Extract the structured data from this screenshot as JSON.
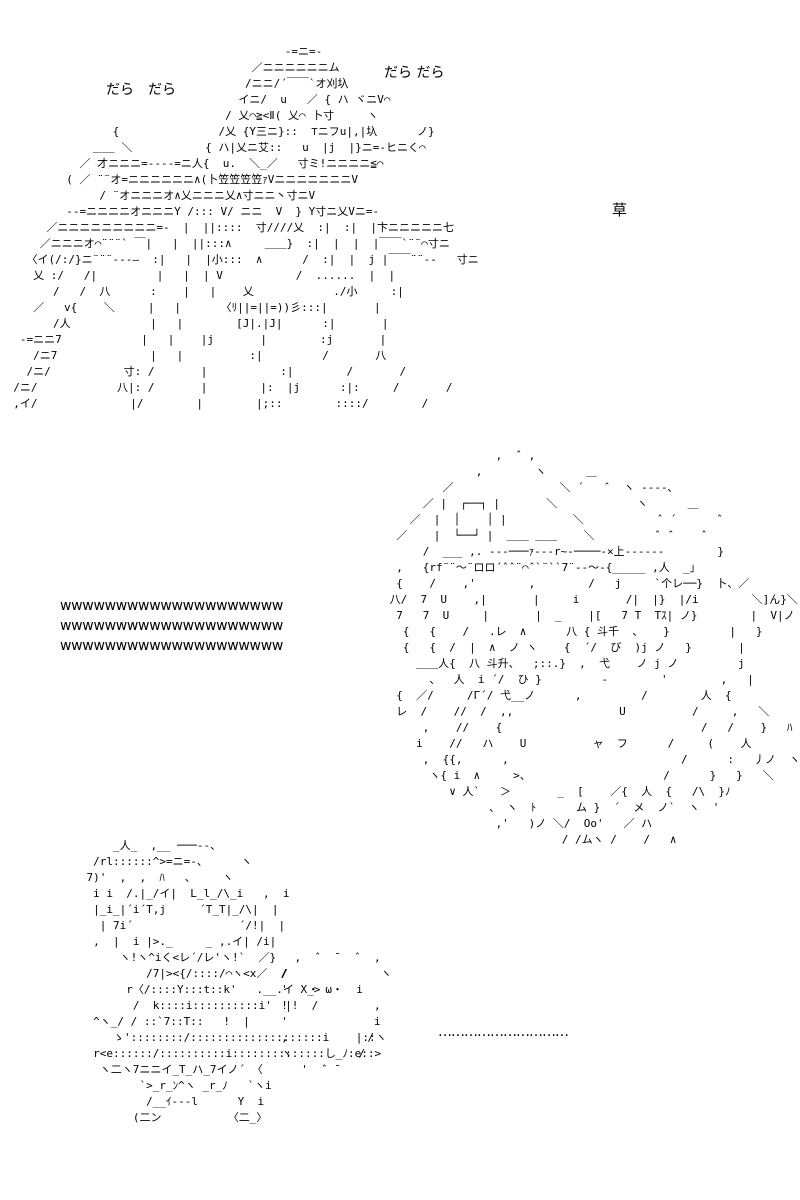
{
  "labels": {
    "dara_left": "だら　だら",
    "dara_right": "だら だら",
    "kusa": "草",
    "www_lines": [
      "wwwwwwwwwwwwwwwwwwww",
      "wwwwwwwwwwwwwwwwwwww",
      "wwwwwwwwwwwwwwwwwwww"
    ],
    "ellipsis": "…………………………"
  },
  "art": {
    "top_figure": "                                           -=ニ=-\n                                      ／ニニニニニニム\n                                     /ニニ/´￣￣`オ刈圦\n                                    イニ/  u   ／ { ハ ヾニV⌒\n                                  / 乂⌒≧<Ⅱ( 乂⌒ 卜寸     ヽ\n                 {               /乂 {Y三ニ}::  ⊤ニフu|,|圦      ノ}\n              ＿＿ ＼           { ハ|乂ニ艾::   u  |j  |}ニ=‐ヒニく⌒\n            ／ 才ニニニ=‐‐‐‐=ニ人{  u.  ＼_／   寸ミ!ニニニニ≦⌒\n          ( ／ ¨¨オ=ニニニニニニ∧(卜笠笠笠笠ｧVニニニニニニニV\n               / ¨オニニニオ∧乂ニニニ乂∧寸ニニ丶寸ニV\n          ‐‐=ニニニニオニニニY /::: V/ ニニ  V  } Y寸ニ乂Vニ=‐\n       ／ニニニニニニニニニ=‐  |  ||::::  寸////乂  :|  :|  |卞ニニニニニ七\n      ／ニニニオ⌒¨¨¨` ￣|   |  ||:::∧     ＿＿}  :|  |  |  |￣￣`¨¨⌒寸ニ\n    〈イ(/:/}ニ¨¨¨‐‐‐―  :|   |  |小:::  ∧      /  :|  |  j |￣￣¨¨‐‐   寸ニ\n     乂 :/   /|         |   |  | V           /  ......  |  |\n        /   /  八      :    |   |    乂            ./小     :|\n     ／   v{    ＼     |   |      〈ﾘ||=||=))彡:::|       |\n        /人            |   |        [J|.|J|      :|       |\n   ‐=ニニ7            |   |    |j       |        :j       |\n     /ニ7              |   |          :|         /       八\n    /ニ/           寸: /       |           :|        /       /\n  /ニ/            八|: /       |        |:  |j      :|:     /       /\n  ,イ/              |/        |        |;::        ::::/        /",
    "bottom_left_figure": "        _人_  ,__ ───--、\n     /rl::::::^>=ニ=-、     ヽ\n    7)'  ,  ,  ﾊ   、    ヽ\n     i i  /.|_/イ|  L_l_/\\_i   ,  i\n     |_i_|´i´T,j     ´T_T|_/\\|  |\n      | 7i´                ´/!|  |\n     ,  |  i |>._     _ ,.イ| /i|\n         ヽ!ヽ^iく<レ´/レ'ヽ!`  ／}\n             /7|><{/::::/⌒ヽ<x／  /\n          r〈/::::Y:::t::k'   .__.イ X_>\n           /  k::::i::::::::::i'  |!  /\n     ^ヽ_/ / ::`7::T::   !  |\n        ゝ'::::::::/::::::::::::::::::::i    |::ヽ\n     r<e::::::/::::::::::i::::::::::::::し_ﾉ:e::>\n      ヽ二ヽ7ニニイ_T_ハ_7イノ´ 〈\n            `>_r_ﾝ^ヽ _r_ﾉ   `ヽi\n             /__ｲ---l      Y  i\n           (二ン          〈二_〉",
    "bottom_right_small": "    ,  ˆ  ¯  ˆ  ,\n  /              ヽ\n  '   ・ ω・  i\n  !             ,\n  '             i\n  ,            /\n  ヽ          /\n     '  ˆ ¯ ",
    "right_figure": "                         ,  ˆ ,\n                      ,        ヽ      ＿\n                 ／                ＼ ´   ˆ  ヽ --‐‐､\n              ／ |  ┌──┐ |       ＼            ヽ      ＿\n            ／  |  │    │ |          ＼           ˆ ´      ˆ\n          ／    |  └──┘ |  ＿＿ ＿＿    ＼         ˆ ˆ    ˆ\n              /  ___ ,. ---───ｧ‐‐‐r~-────-×上‐‐‐‐‐‐        }\n          ,   {rf¨¨〜¨ロロ´ˆˆ¨⌒ˆ`¨``7¨‐‐〜‐{_____ ,人  _」\n          {    /    ,'        ,        /   j     `个レ──}  卜、／\n         八/  7  U    ,|       |     i       /|  |}  |/i        ＼]ん}＼\n          7   7  U     |       |  _    |[   7 T  Tｽ| ノ}        |  V|ノ\n           {   {    /   .レ  ∧      八 { 斗千  、   }         |   }\n           {   {  /  |  ∧  ノ ヽ    {  ´/  び  )j ノ   }       |\n             ＿＿人{  八 斗升、  ;::.}  ,  弋    ノ j ノ         j\n               、  人  i ´/  ひ }         ‐        '        ,   |\n          {  ／/     /Г´/ 弋__ノ      ,         /        人  {\n          レ  /    //  /  ,,                U          /     ,   ＼\n              ,    //    {                              /   /    }   ﾊ\n             i    //   ハ    U          ャ  フ      /     (    人\n              ,  {{,      ,                          /      :   丿ノ  ヽ\n               ヽ{ i  ∧     >、                    /      }   }   ＼\n                  ∨ 人`   ＞       _  [    ／{  人  {   /\\  }ﾉ\n                        、 ヽ  ﾄ      ム }  ´  メ  ノ`  ヽ  '\n                         ,'   )ノ ＼/  Oo'   ／ ハ\n                                   / /ムヽ /    /   ∧"
  }
}
